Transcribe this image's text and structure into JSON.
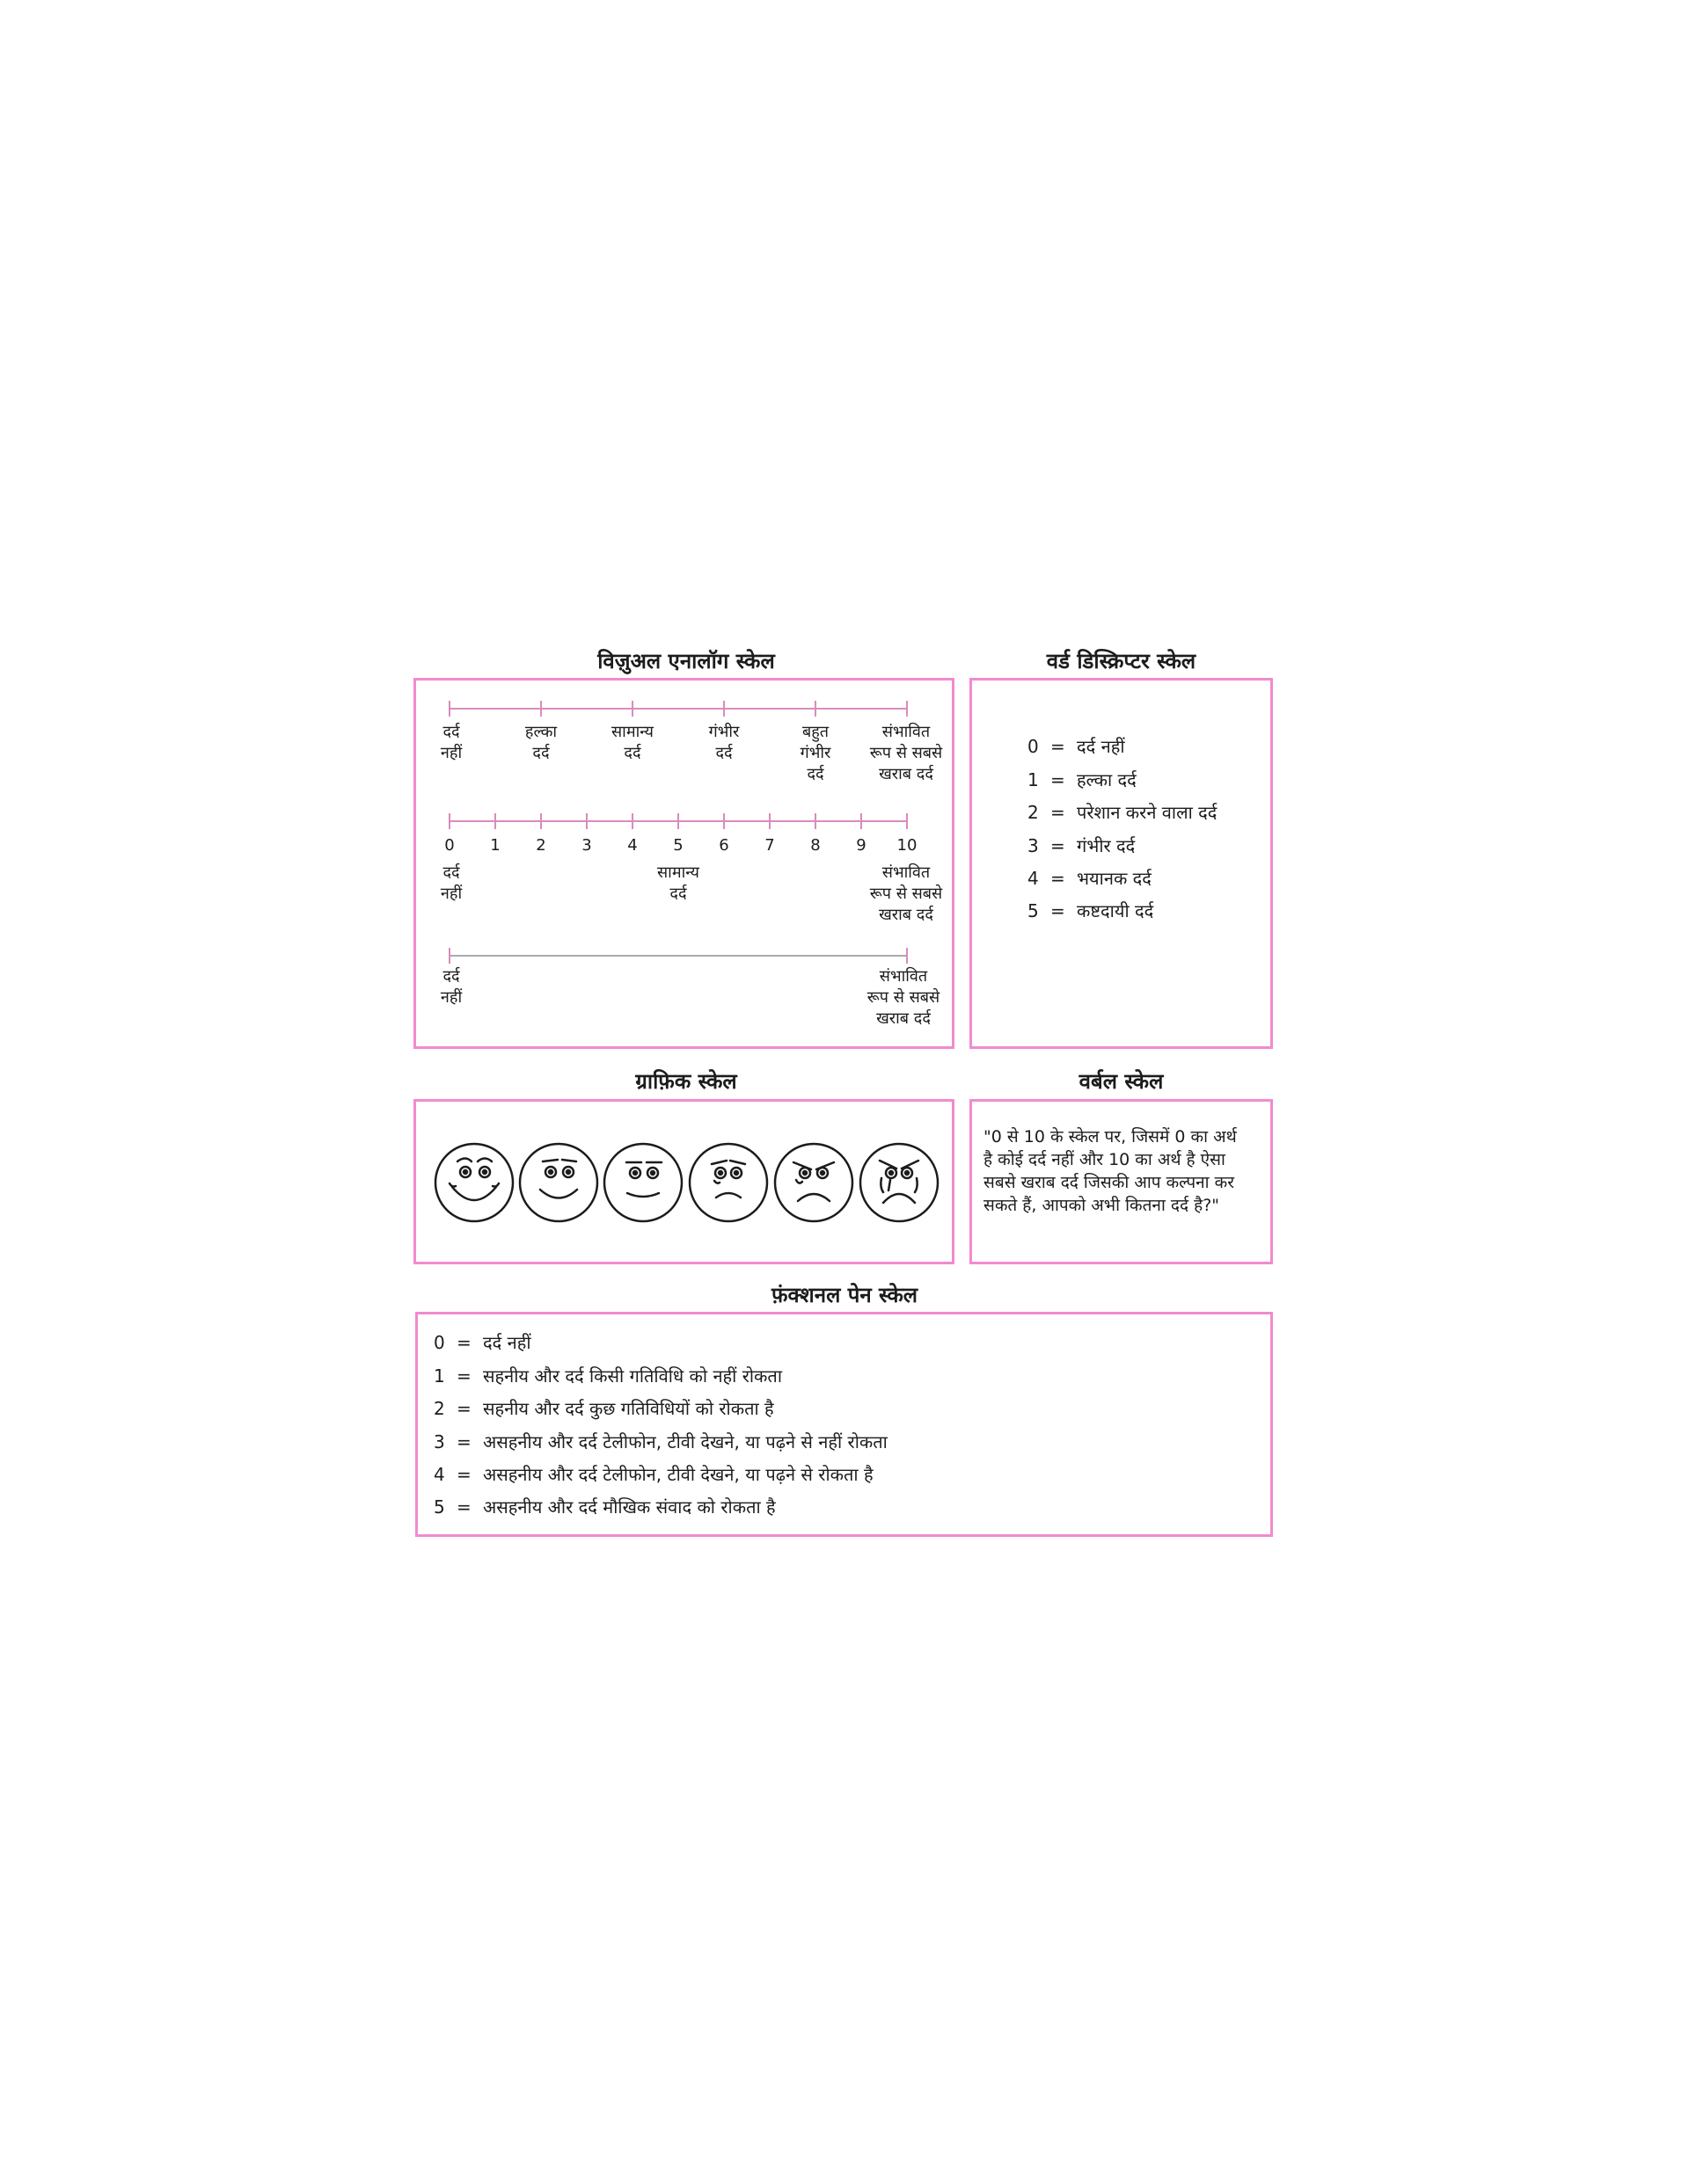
{
  "vas": {
    "title": "विज़ुअल एनालॉग स्केल",
    "scale1": [
      {
        "text": "दर्द\nनहीं"
      },
      {
        "text": "हल्का\nदर्द"
      },
      {
        "text": "सामान्य\nदर्द"
      },
      {
        "text": "गंभीर\nदर्द"
      },
      {
        "text": "बहुत\nगंभीर\nदर्द"
      },
      {
        "text": "संभावित\nरूप से सबसे\nखराब दर्द"
      }
    ],
    "numbers": [
      "0",
      "1",
      "2",
      "3",
      "4",
      "5",
      "6",
      "7",
      "8",
      "9",
      "10"
    ],
    "scale2": [
      {
        "text": "दर्द\nनहीं"
      },
      {
        "text": "सामान्य\nदर्द"
      },
      {
        "text": "संभावित\nरूप से सबसे\nखराब दर्द"
      }
    ],
    "scale3": [
      {
        "text": "दर्द\nनहीं"
      },
      {
        "text": "संभावित\nरूप से सबसे\nखराब दर्द"
      }
    ]
  },
  "word": {
    "title": "वर्ड डिस्क्रिप्टर स्केल",
    "items": [
      {
        "k": "0",
        "text": "दर्द नहीं"
      },
      {
        "k": "1",
        "text": "हल्का दर्द"
      },
      {
        "k": "2",
        "text": "परेशान करने वाला दर्द"
      },
      {
        "k": "3",
        "text": "गंभीर दर्द"
      },
      {
        "k": "4",
        "text": "भयानक दर्द"
      },
      {
        "k": "5",
        "text": "कष्टदायी दर्द"
      }
    ]
  },
  "graphic": {
    "title": "ग्राफ़िक स्केल",
    "faces": [
      "very-happy-face-icon",
      "happy-face-icon",
      "neutral-face-icon",
      "worried-face-icon",
      "sad-face-icon",
      "crying-face-icon"
    ]
  },
  "verbal": {
    "title": "वर्बल स्केल",
    "text": "\"0 से 10 के स्केल पर, जिसमें 0 का अर्थ है कोई दर्द नहीं और 10 का अर्थ है ऐसा सबसे खराब दर्द जिसकी आप कल्पना कर सकते हैं, आपको अभी कितना दर्द है?\""
  },
  "functional": {
    "title": "फ़ंक्शनल पेन स्केल",
    "items": [
      {
        "k": "0",
        "text": "दर्द नहीं"
      },
      {
        "k": "1",
        "text": "सहनीय और दर्द किसी गतिविधि को नहीं रोकता"
      },
      {
        "k": "2",
        "text": "सहनीय और दर्द कुछ गतिविधियों को रोकता है"
      },
      {
        "k": "3",
        "text": "असहनीय और दर्द टेलीफोन, टीवी देखने, या पढ़ने से नहीं रोकता"
      },
      {
        "k": "4",
        "text": "असहनीय और दर्द टेलीफोन, टीवी देखने, या पढ़ने से रोकता है"
      },
      {
        "k": "5",
        "text": "असहनीय और दर्द मौखिक संवाद को रोकता है"
      }
    ]
  },
  "colors": {
    "border": "#f28ad0",
    "line": "#f28ad0",
    "text": "#1c1c1c"
  }
}
